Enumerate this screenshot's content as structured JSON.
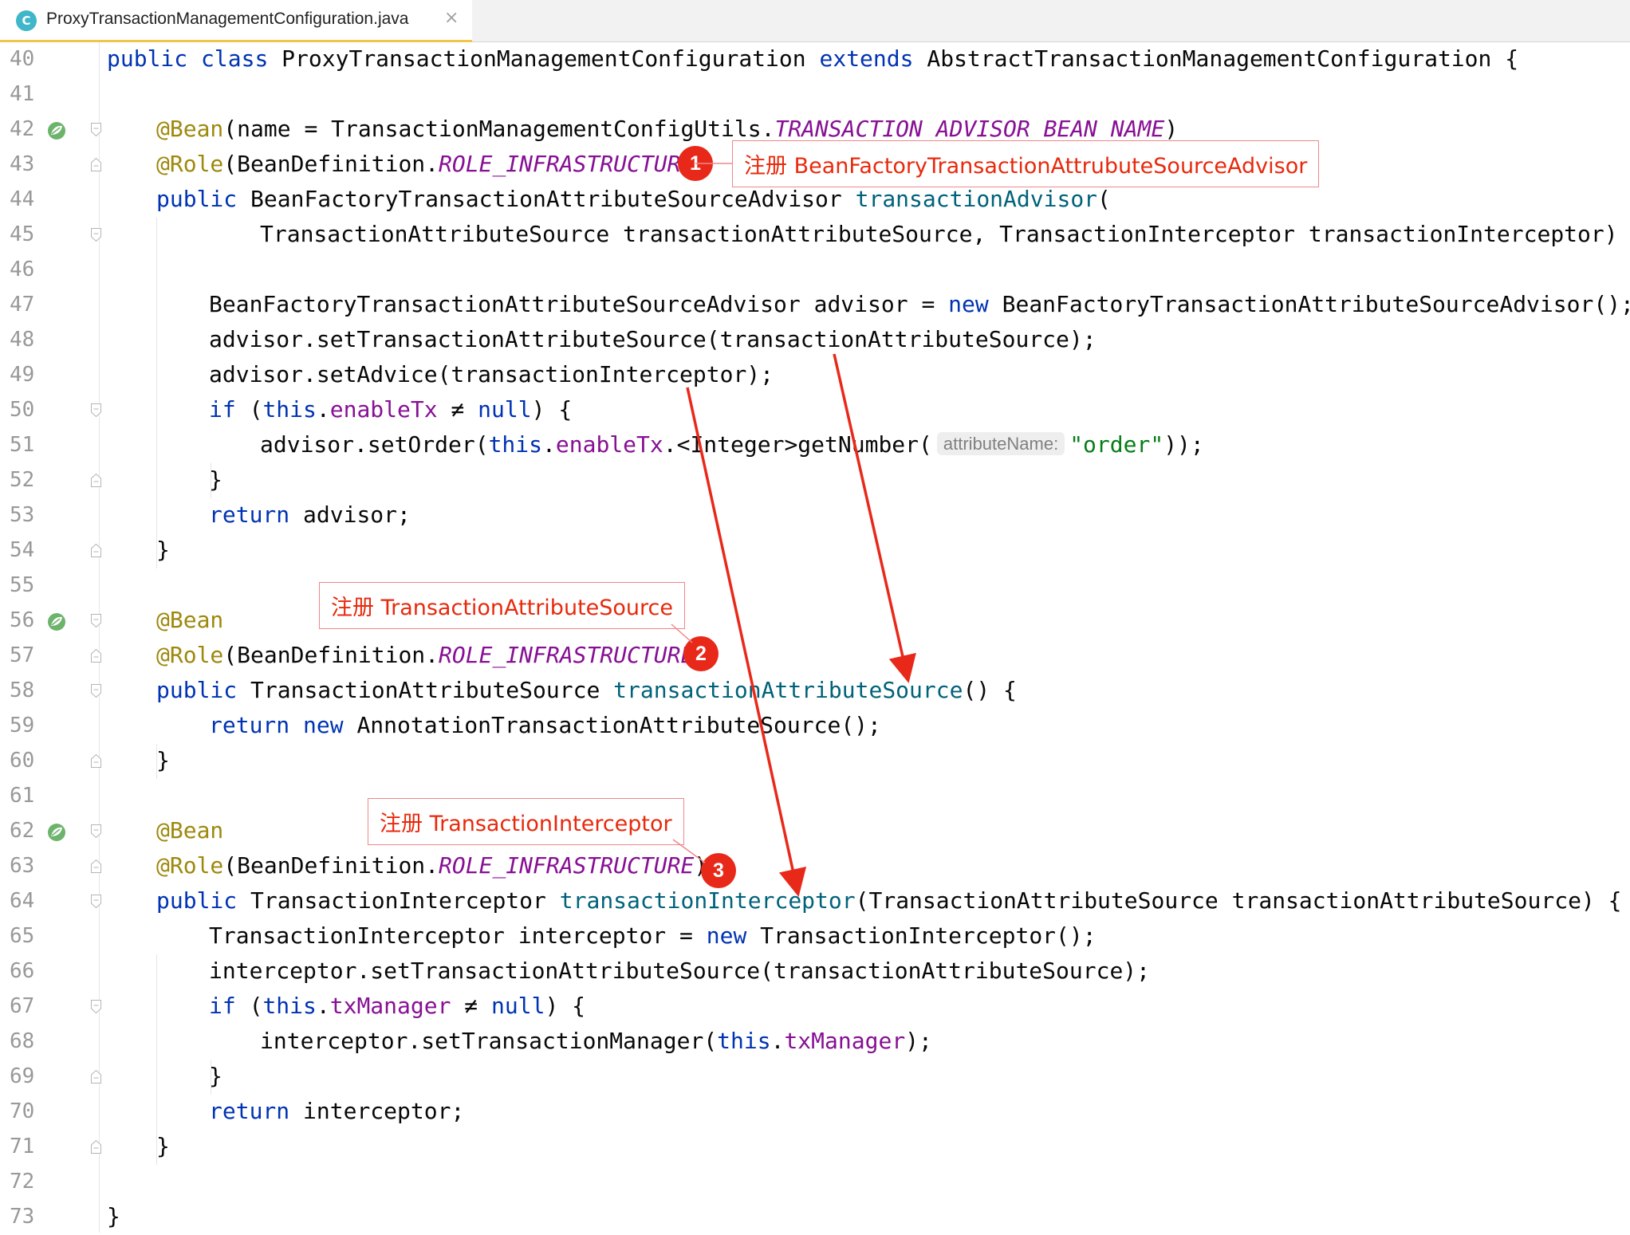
{
  "tab": {
    "icon_letter": "C",
    "title": "ProxyTransactionManagementConfiguration.java",
    "close_glyph": "×"
  },
  "lines": [
    {
      "n": "40"
    },
    {
      "n": "41"
    },
    {
      "n": "42",
      "bean_icon": true,
      "fold": "open"
    },
    {
      "n": "43",
      "fold": "close"
    },
    {
      "n": "44"
    },
    {
      "n": "45",
      "fold": "open"
    },
    {
      "n": "46"
    },
    {
      "n": "47"
    },
    {
      "n": "48"
    },
    {
      "n": "49"
    },
    {
      "n": "50",
      "fold": "open"
    },
    {
      "n": "51"
    },
    {
      "n": "52",
      "fold": "close"
    },
    {
      "n": "53"
    },
    {
      "n": "54",
      "fold": "close"
    },
    {
      "n": "55"
    },
    {
      "n": "56",
      "bean_icon": true,
      "fold": "open"
    },
    {
      "n": "57",
      "fold": "close"
    },
    {
      "n": "58",
      "fold": "open"
    },
    {
      "n": "59"
    },
    {
      "n": "60",
      "fold": "close"
    },
    {
      "n": "61"
    },
    {
      "n": "62",
      "bean_icon": true,
      "fold": "open"
    },
    {
      "n": "63",
      "fold": "close"
    },
    {
      "n": "64",
      "fold": "open"
    },
    {
      "n": "65"
    },
    {
      "n": "66"
    },
    {
      "n": "67",
      "fold": "open"
    },
    {
      "n": "68"
    },
    {
      "n": "69",
      "fold": "close"
    },
    {
      "n": "70"
    },
    {
      "n": "71",
      "fold": "close"
    },
    {
      "n": "72"
    },
    {
      "n": "73"
    }
  ],
  "code": {
    "l40": {
      "kw1": "public",
      "kw2": "class",
      "name": "ProxyTransactionManagementConfiguration",
      "kw3": "extends",
      "parent": "AbstractTransactionManagementConfiguration",
      "tail": " {"
    },
    "l42": {
      "ann": "@Bean",
      "a": "(name = TransactionManagementConfigUtils.",
      "const": "TRANSACTION_ADVISOR_BEAN_NAME",
      "b": ")"
    },
    "l43": {
      "ann": "@Role",
      "a": "(BeanDefinition.",
      "const": "ROLE_INFRASTRUCTURE",
      "b": ")"
    },
    "l44": {
      "kw": "public",
      "type": "BeanFactoryTransactionAttributeSourceAdvisor",
      "fn": "transactionAdvisor",
      "tail": "("
    },
    "l45": {
      "text": "TransactionAttributeSource transactionAttributeSource, TransactionInterceptor transactionInterceptor) {"
    },
    "l47": {
      "a": "BeanFactoryTransactionAttributeSourceAdvisor advisor = ",
      "kw": "new",
      "b": " BeanFactoryTransactionAttributeSourceAdvisor();"
    },
    "l48": {
      "text": "advisor.setTransactionAttributeSource(transactionAttributeSource);"
    },
    "l49": {
      "text": "advisor.setAdvice(transactionInterceptor);"
    },
    "l50": {
      "kw": "if",
      "a": " (",
      "kw2": "this",
      "dot": ".",
      "field": "enableTx",
      "op": " ≠ ",
      "kw3": "null",
      "b": ") {"
    },
    "l51": {
      "a": "advisor.setOrder(",
      "kw": "this",
      "dot": ".",
      "field": "enableTx",
      "b": ".<Integer>getNumber(",
      "hint": "attributeName:",
      "str": "\"order\"",
      "c": "));"
    },
    "l52": {
      "text": "}"
    },
    "l53": {
      "kw": "return",
      "text": " advisor;"
    },
    "l54": {
      "text": "}"
    },
    "l56": {
      "ann": "@Bean"
    },
    "l57": {
      "ann": "@Role",
      "a": "(BeanDefinition.",
      "const": "ROLE_INFRASTRUCTURE",
      "b": ")"
    },
    "l58": {
      "kw": "public",
      "type": "TransactionAttributeSource",
      "fn": "transactionAttributeSource",
      "tail": "() {"
    },
    "l59": {
      "kw": "return",
      "kw2": "new",
      "text": " AnnotationTransactionAttributeSource();"
    },
    "l60": {
      "text": "}"
    },
    "l62": {
      "ann": "@Bean"
    },
    "l63": {
      "ann": "@Role",
      "a": "(BeanDefinition.",
      "const": "ROLE_INFRASTRUCTURE",
      "b": ")"
    },
    "l64": {
      "kw": "public",
      "type": "TransactionInterceptor",
      "fn": "transactionInterceptor",
      "tail": "(TransactionAttributeSource transactionAttributeSource) {"
    },
    "l65": {
      "a": "TransactionInterceptor interceptor = ",
      "kw": "new",
      "b": " TransactionInterceptor();"
    },
    "l66": {
      "text": "interceptor.setTransactionAttributeSource(transactionAttributeSource);"
    },
    "l67": {
      "kw": "if",
      "a": " (",
      "kw2": "this",
      "dot": ".",
      "field": "txManager",
      "op": " ≠ ",
      "kw3": "null",
      "b": ") {"
    },
    "l68": {
      "a": "interceptor.setTransactionManager(",
      "kw": "this",
      "dot": ".",
      "field": "txManager",
      "b": ");"
    },
    "l69": {
      "text": "}"
    },
    "l70": {
      "kw": "return",
      "text": " interceptor;"
    },
    "l71": {
      "text": "}"
    },
    "l73": {
      "text": "}"
    }
  },
  "callouts": [
    {
      "number": "1",
      "text": "注册 BeanFactoryTransactionAttrubuteSourceAdvisor"
    },
    {
      "number": "2",
      "text": "注册 TransactionAttributeSource"
    },
    {
      "number": "3",
      "text": "注册 TransactionInterceptor"
    }
  ],
  "colors": {
    "keyword": "#0033b3",
    "annotation": "#9e880d",
    "method": "#00627a",
    "field": "#871094",
    "string": "#067d17",
    "callout_red": "#e8290c",
    "tab_underline": "#f0c64a"
  }
}
